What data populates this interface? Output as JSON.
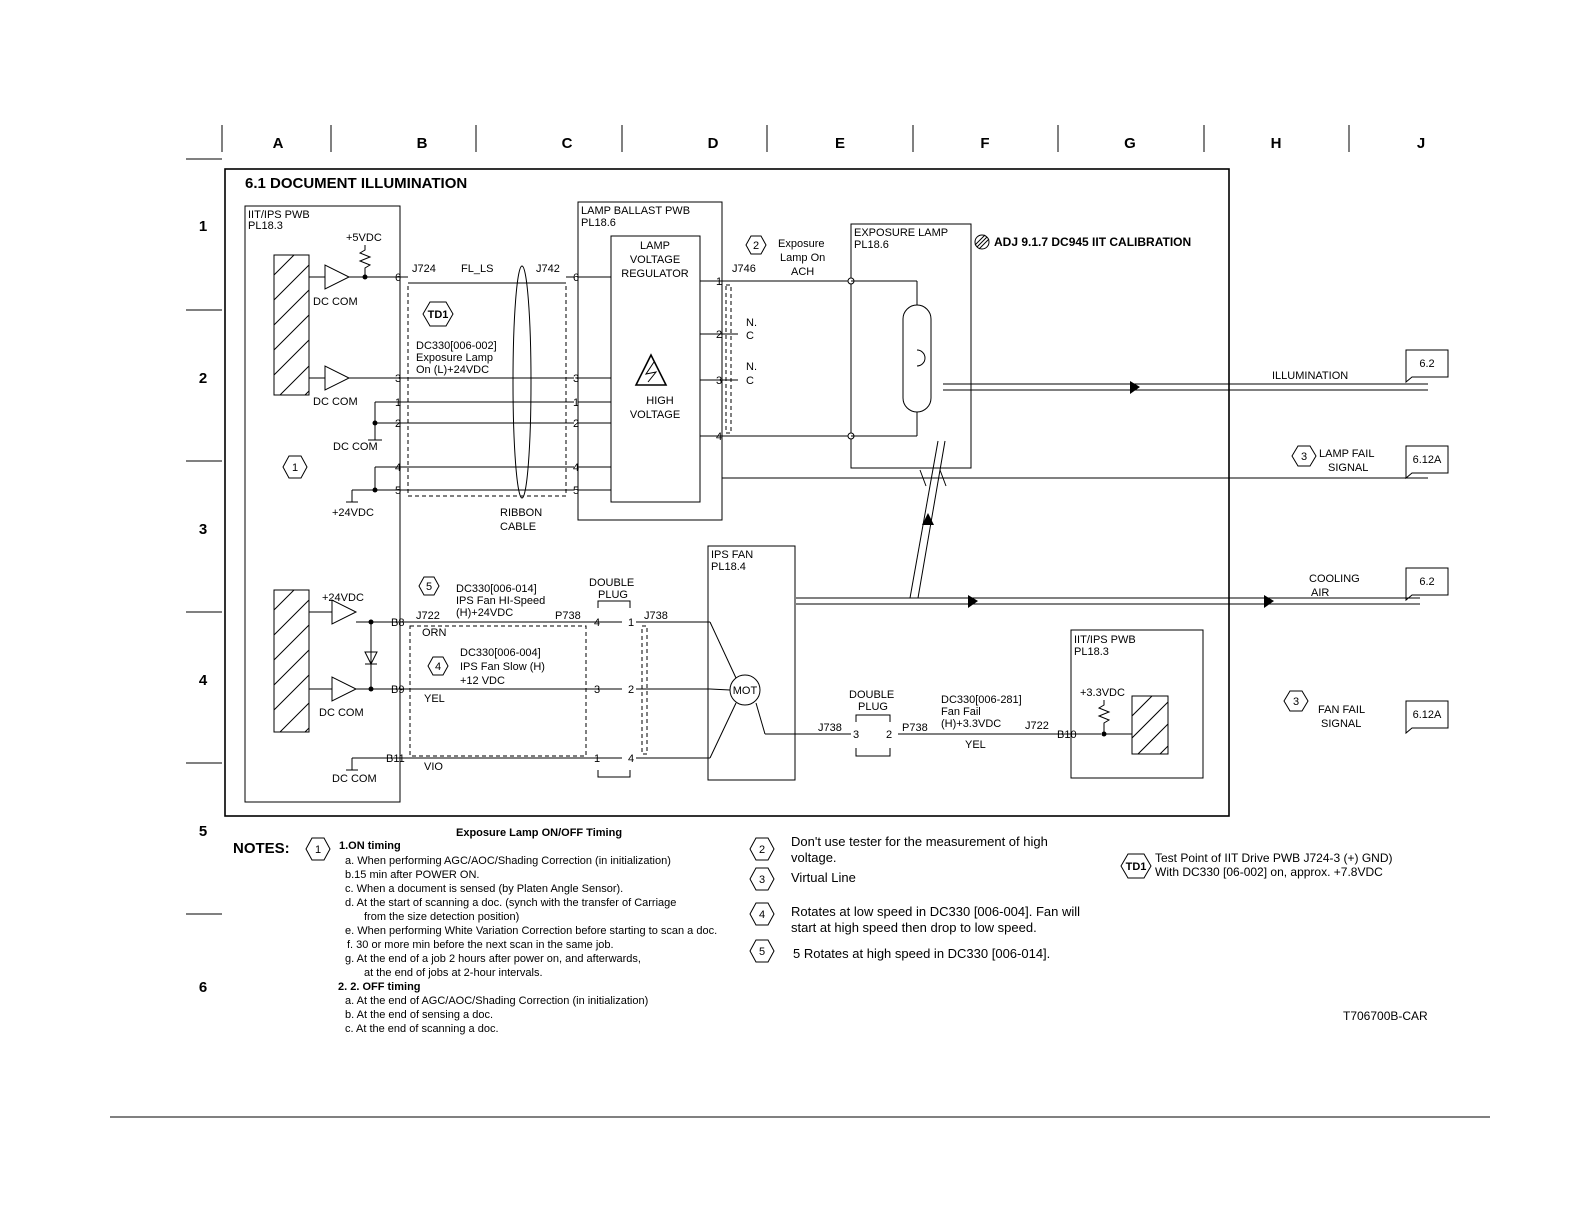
{
  "grid": {
    "columns": [
      "A",
      "B",
      "C",
      "D",
      "E",
      "F",
      "G",
      "H",
      "J"
    ],
    "rows": [
      "1",
      "2",
      "3",
      "4",
      "5",
      "6"
    ]
  },
  "title": "6.1 DOCUMENT ILLUMINATION",
  "adj_note": "ADJ 9.1.7 DC945 IIT CALIBRATION",
  "components": {
    "iit_ips_pwb": {
      "name": "IIT/IPS PWB",
      "pl": "PL18.3"
    },
    "lamp_ballast": {
      "name": "LAMP BALLAST PWB",
      "pl": "PL18.6"
    },
    "lamp_regulator": {
      "l1": "LAMP",
      "l2": "VOLTAGE",
      "l3": "REGULATOR"
    },
    "high_voltage": {
      "l1": "HIGH",
      "l2": "VOLTAGE"
    },
    "exposure_lamp": {
      "name": "EXPOSURE LAMP",
      "pl": "PL18.6"
    },
    "ips_fan": {
      "name": "IPS FAN",
      "pl": "PL18.4",
      "motor": "MOT"
    },
    "iit_ips_pwb2": {
      "name": "IIT/IPS PWB",
      "pl": "PL18.3"
    }
  },
  "labels": {
    "vdc5": "+5VDC",
    "dc_com": "DC COM",
    "vdc24": "+24VDC",
    "vdc33": "+3.3VDC",
    "j724": "J724",
    "fl_ls": "FL_LS",
    "j742": "J742",
    "j746": "J746",
    "j722": "J722",
    "p738": "P738",
    "j738": "J738",
    "b8": "B8",
    "b9": "B9",
    "b10": "B10",
    "b11": "B11",
    "orn": "ORN",
    "yel": "YEL",
    "vio": "VIO",
    "ribbon1": "RIBBON",
    "ribbon2": "CABLE",
    "double": "DOUBLE",
    "plug": "PLUG",
    "nc_n": "N.",
    "nc_c": "C",
    "exp_on1": "Exposure",
    "exp_on2": "Lamp On",
    "exp_on3": "ACH",
    "td1": "TD1",
    "dc002_1": "DC330[006-002]",
    "dc002_2": "Exposure Lamp",
    "dc002_3": "On (L)+24VDC",
    "dc014_1": "DC330[006-014]",
    "dc014_2": "IPS Fan HI-Speed",
    "dc014_3": "(H)+24VDC",
    "dc004_1": "DC330[006-004]",
    "dc004_2": "IPS Fan Slow (H)",
    "dc004_3": "+12 VDC",
    "dc281_1": "DC330[006-281]",
    "dc281_2": "Fan Fail",
    "dc281_3": "(H)+3.3VDC",
    "illumination": "ILLUMINATION",
    "lamp_fail1": "LAMP FAIL",
    "lamp_fail2": "SIGNAL",
    "cooling1": "COOLING",
    "cooling2": "AIR",
    "fan_fail1": "FAN FAIL",
    "fan_fail2": "SIGNAL",
    "ref_62": "6.2",
    "ref_612a": "6.12A",
    "n1": "1",
    "n2": "2",
    "n3": "3",
    "n4": "4",
    "n5": "5",
    "n6": "6"
  },
  "notes": {
    "header": "NOTES:",
    "timing_title": "Exposure Lamp ON/OFF Timing",
    "on_title": "1.ON timing",
    "on_items": [
      "a. When performing AGC/AOC/Shading Correction (in initialization)",
      "b.15 min after POWER ON.",
      "c. When a document is sensed (by Platen Angle Sensor).",
      "d. At the start of scanning a doc. (synch with the transfer of Carriage",
      "from the size detection position)",
      "e. When performing White Variation Correction before starting to scan a doc.",
      "f. 30 or more min before the next scan in the same job.",
      "g. At the end of a job 2 hours after power on, and afterwards,",
      "at the end of jobs at 2-hour intervals."
    ],
    "off_title": "2. 2. OFF timing",
    "off_items": [
      "a. At the end of AGC/AOC/Shading Correction (in initialization)",
      "b. At the end of sensing a doc.",
      "c. At the end of scanning a doc."
    ],
    "note2a": "Don't use tester for the measurement of high",
    "note2b": "voltage.",
    "note3": "Virtual Line",
    "note4a": "Rotates at low speed in DC330 [006-004]. Fan will",
    "note4b": "start at high speed then drop to low speed.",
    "note5": "5 Rotates at high speed in DC330 [006-014].",
    "td1a": "Test Point of IIT Drive  PWB J724-3 (+) GND)",
    "td1b": "With DC330 [06-002] on, approx. +7.8VDC"
  },
  "doc_id": "T706700B-CAR"
}
